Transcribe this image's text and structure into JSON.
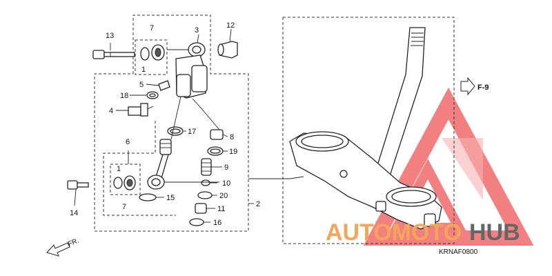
{
  "diagram": {
    "part_numbers": [
      "13",
      "7",
      "1",
      "3",
      "12",
      "5",
      "18",
      "4",
      "17",
      "8",
      "19",
      "6",
      "9",
      "10",
      "20",
      "11",
      "16",
      "15",
      "14",
      "2"
    ],
    "ref_arrow": "F-9",
    "front_arrow": "FR.",
    "figure_code": "KRNAF0800"
  },
  "watermark": {
    "text_part1": "AUTOMOTO",
    "text_part2": "HUB",
    "colors": {
      "logo": "#f26b6b",
      "text_orange": "#f5a55a",
      "text_gray": "#666666"
    }
  }
}
